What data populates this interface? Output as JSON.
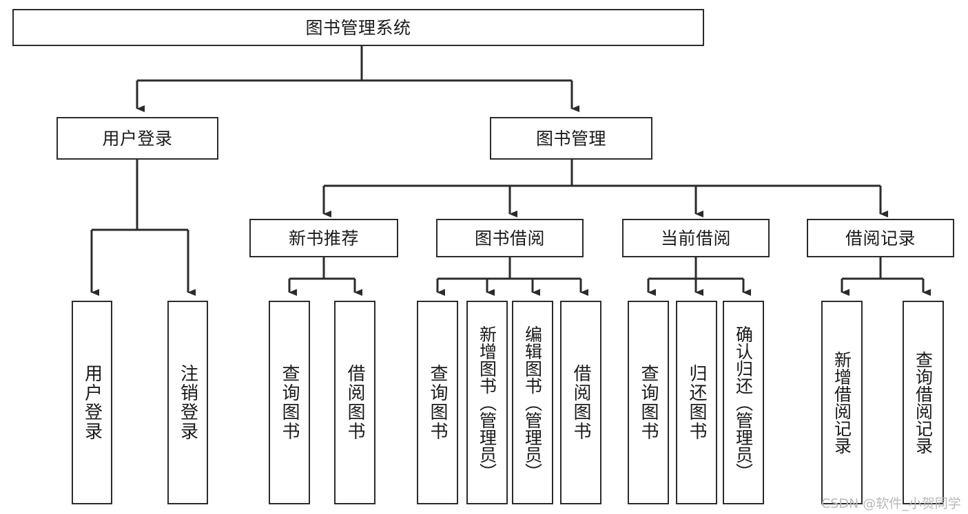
{
  "diagram": {
    "title": "图书管理系统",
    "type": "tree-hierarchy",
    "watermark": "CSDN @软件_小贺同学",
    "line_color": "#2b2b2b",
    "box_fill": "#ffffff",
    "text_color": "#1a1a1a",
    "watermark_color": "#b9b9b9",
    "nodes": {
      "root": {
        "label": "图书管理系统"
      },
      "level1": [
        {
          "label": "用户登录"
        },
        {
          "label": "图书管理"
        }
      ],
      "level2": [
        {
          "label": "新书推荐"
        },
        {
          "label": "图书借阅"
        },
        {
          "label": "当前借阅"
        },
        {
          "label": "借阅记录"
        }
      ],
      "leaves": {
        "user_login": [
          {
            "label": "用户登录"
          },
          {
            "label": "注销登录"
          }
        ],
        "new_book_recommend": [
          {
            "label": "查询图书"
          },
          {
            "label": "借阅图书"
          }
        ],
        "book_borrow": [
          {
            "label": "查询图书"
          },
          {
            "label": "新增图书（管理员）"
          },
          {
            "label": "编辑图书（管理员）"
          },
          {
            "label": "借阅图书"
          }
        ],
        "current_borrow": [
          {
            "label": "查询图书"
          },
          {
            "label": "归还图书"
          },
          {
            "label": "确认归还（管理员）"
          }
        ],
        "borrow_records": [
          {
            "label": "新增借阅记录"
          },
          {
            "label": "查询借阅记录"
          }
        ]
      }
    }
  }
}
